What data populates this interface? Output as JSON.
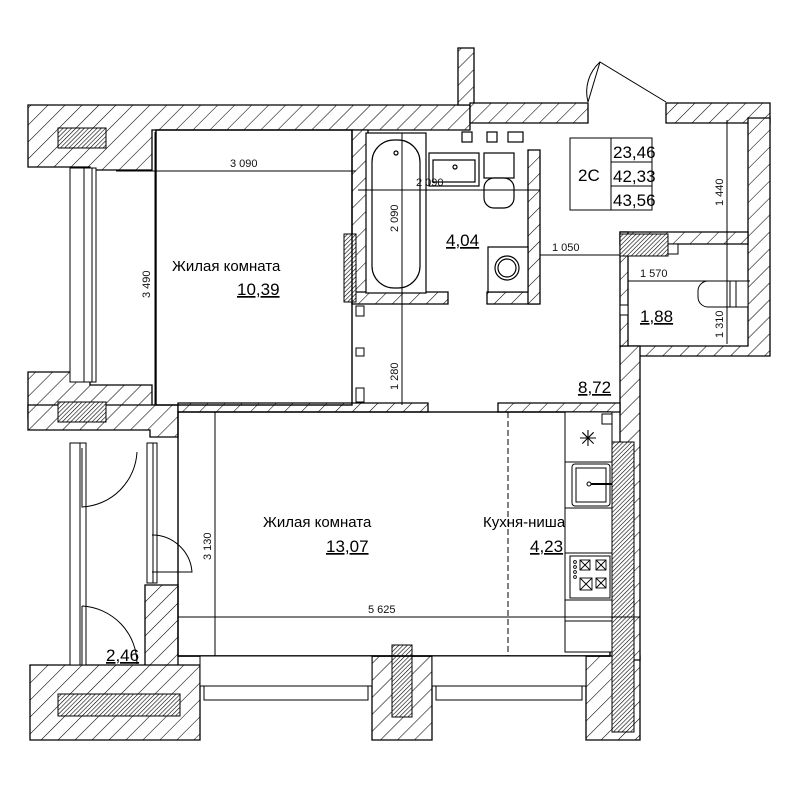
{
  "plan_type": "2C",
  "summary": {
    "type_label": "2C",
    "areas": [
      "23,46",
      "42,33",
      "43,56"
    ]
  },
  "rooms": [
    {
      "id": "living-room-1",
      "name": "Жилая комната",
      "area": "10,39"
    },
    {
      "id": "living-room-2",
      "name": "Жилая комната",
      "area": "13,07"
    },
    {
      "id": "kitchen-niche",
      "name": "Кухня-ниша",
      "area": "4,23"
    },
    {
      "id": "bathroom",
      "name": "",
      "area": "4,04"
    },
    {
      "id": "closet",
      "name": "",
      "area": "1,88"
    },
    {
      "id": "hallway",
      "name": "",
      "area": "8,72"
    },
    {
      "id": "balcony",
      "name": "",
      "area": "2,46"
    }
  ],
  "dimensions": {
    "room1_width": "3 090",
    "room1_depth": "3 490",
    "bath_width": "2 090",
    "bath_depth": "2 090",
    "bath_to_closet": "1 050",
    "closet_width": "1 570",
    "closet_depth": "1 310",
    "hall_top": "1 440",
    "hall_depth": "1 280",
    "room2_depth": "3 130",
    "room2_width": "5 625"
  },
  "colors": {
    "line": "#000000",
    "hatch": "#000000",
    "background": "#ffffff"
  }
}
